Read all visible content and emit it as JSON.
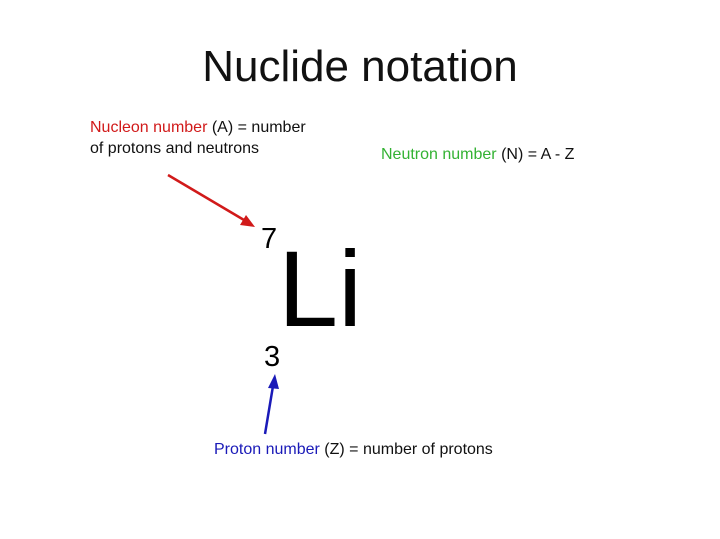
{
  "title": "Nuclide notation",
  "symbol": "Li",
  "mass_number": "7",
  "atomic_number": "3",
  "nucleon_caption": {
    "highlight": "Nucleon number",
    "rest": " (A) = number of protons and neutrons",
    "color": "#d11a1a"
  },
  "neutron_caption": {
    "highlight": "Neutron number",
    "rest": " (N) = A - Z",
    "color": "#33b233"
  },
  "proton_caption": {
    "highlight": "Proton number",
    "rest": " (Z) = number of protons",
    "color": "#1a1ab8"
  },
  "colors": {
    "nucleon_arrow": "#d11a1a",
    "proton_arrow": "#1a1ab8"
  }
}
